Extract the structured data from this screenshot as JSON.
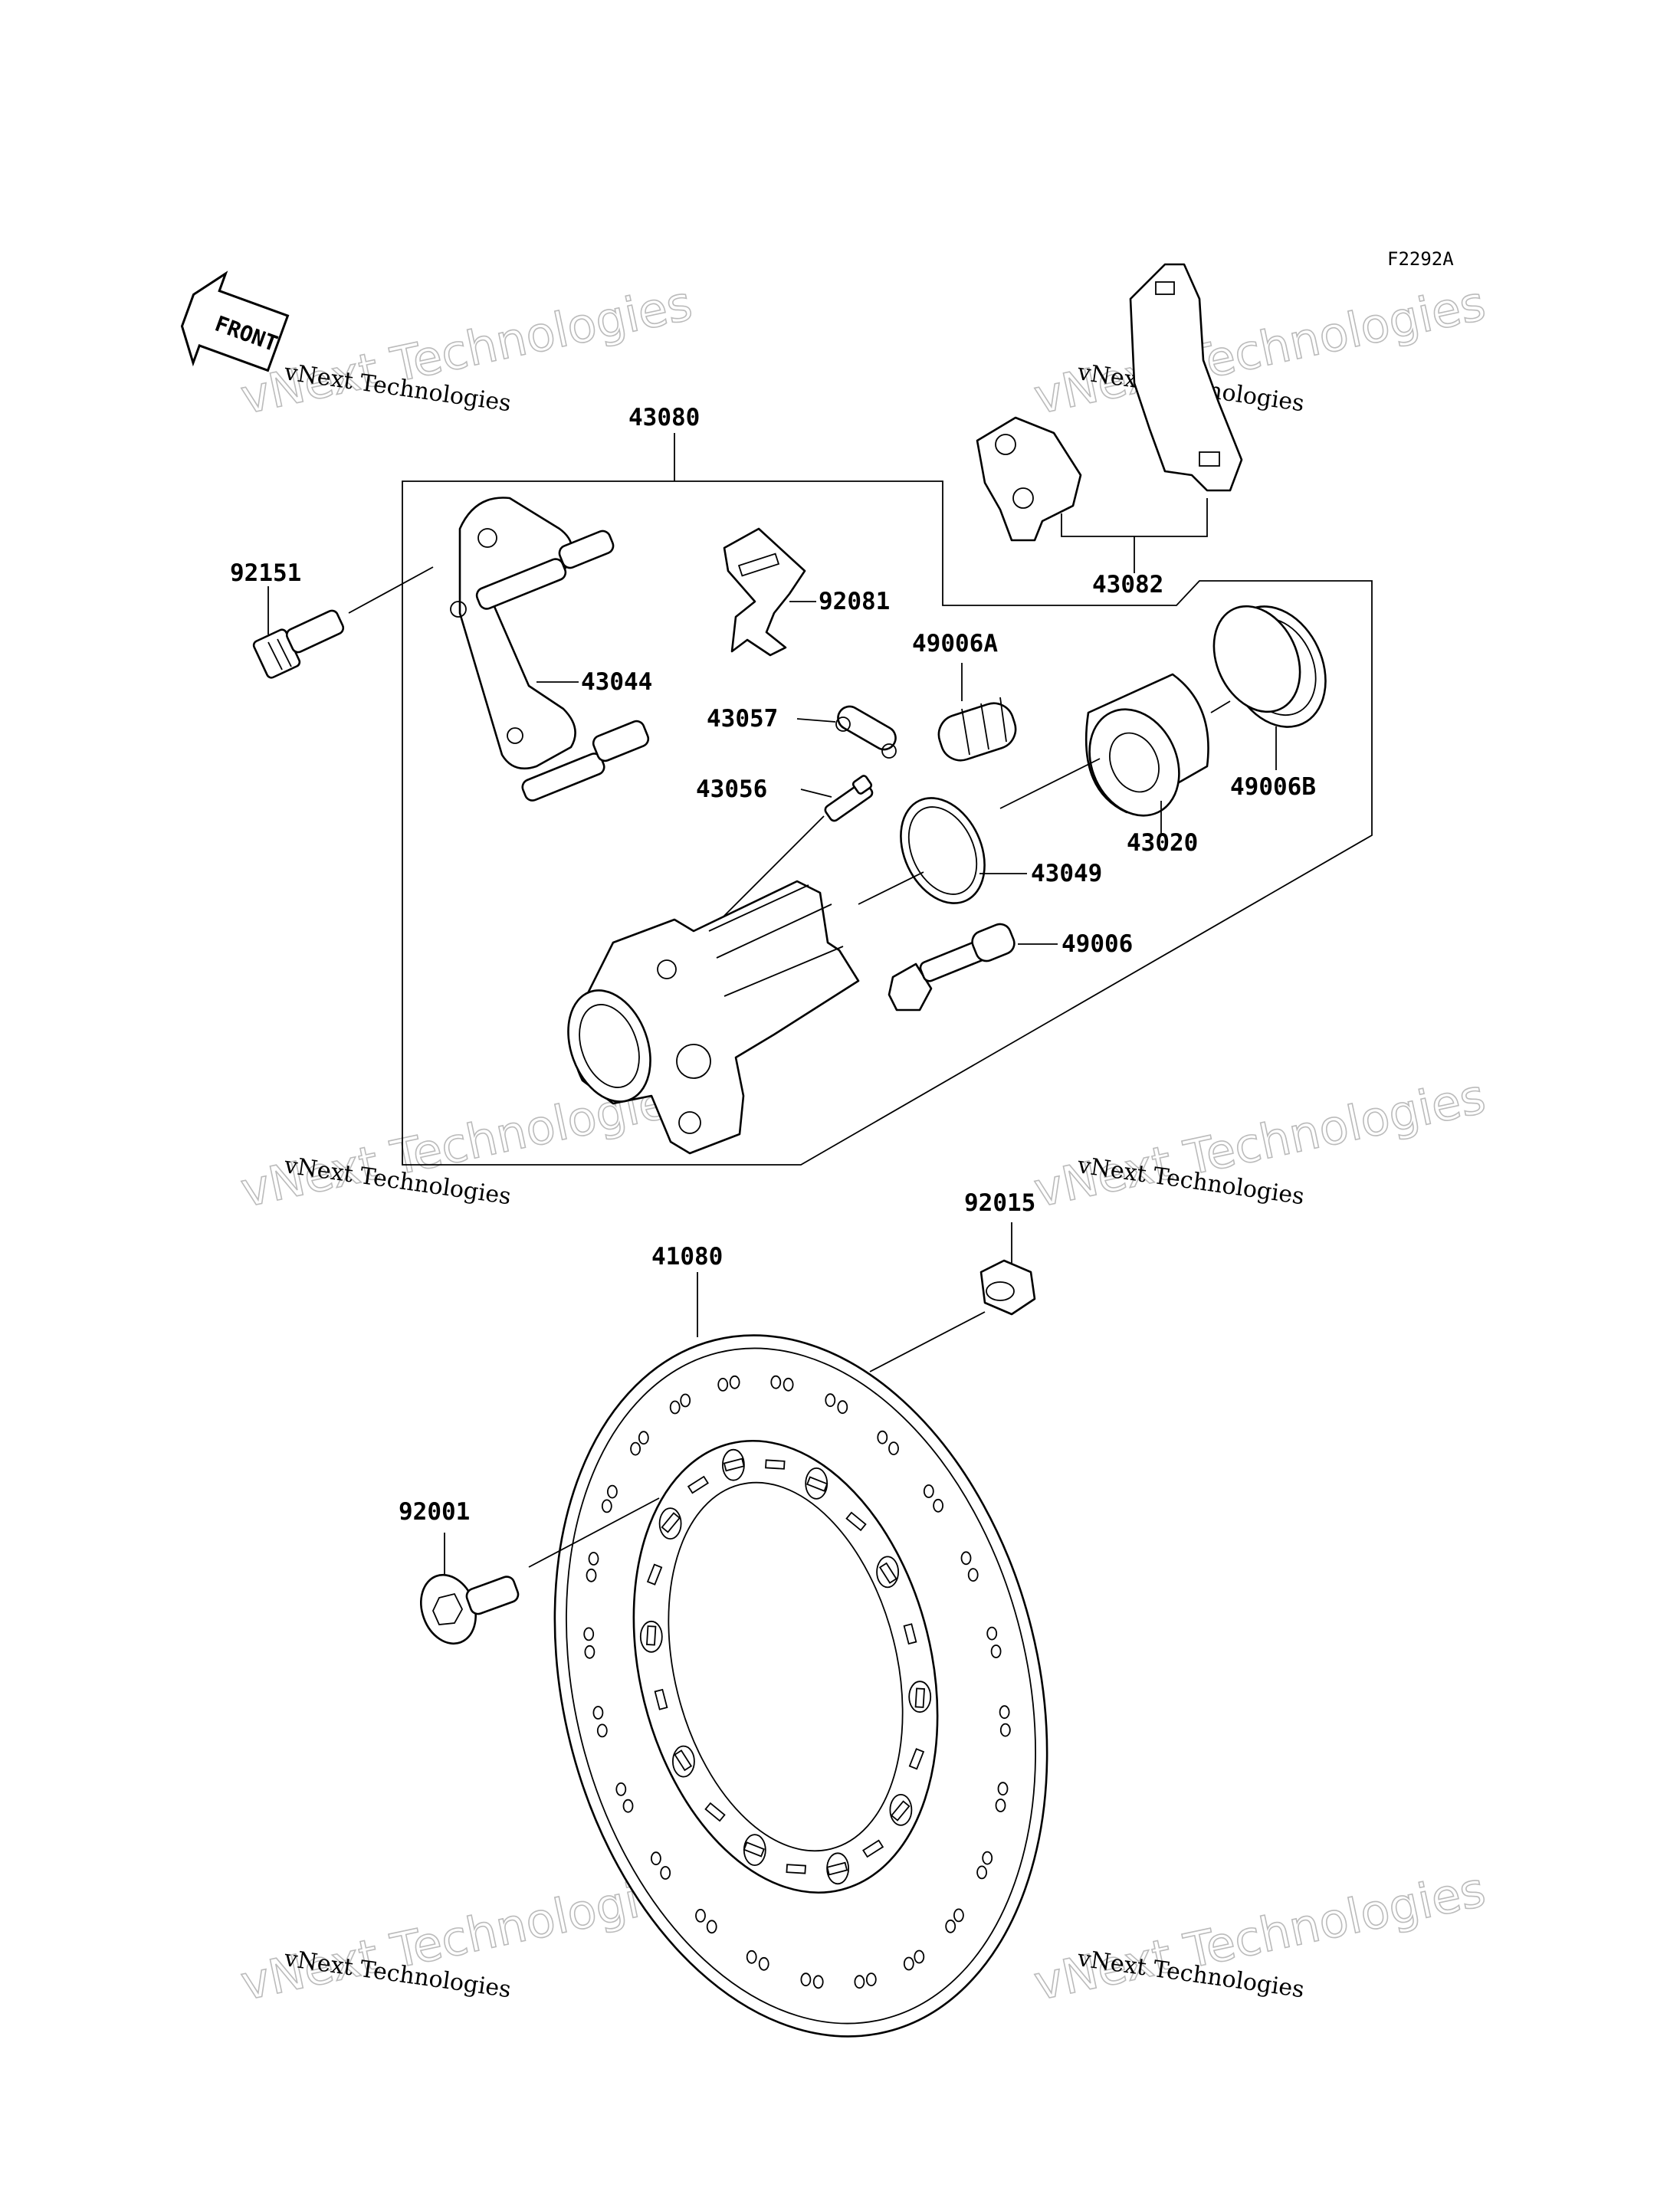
{
  "diagram": {
    "code": "F2292A",
    "front_label": "FRONT",
    "watermark": {
      "line1": "vNext Technologies",
      "line2": "vNext Technologies"
    },
    "parts": [
      {
        "id": "43080"
      },
      {
        "id": "92151"
      },
      {
        "id": "43044"
      },
      {
        "id": "92081"
      },
      {
        "id": "43082"
      },
      {
        "id": "49006A"
      },
      {
        "id": "43057"
      },
      {
        "id": "43056"
      },
      {
        "id": "43049"
      },
      {
        "id": "43020"
      },
      {
        "id": "49006B"
      },
      {
        "id": "49006"
      },
      {
        "id": "92015"
      },
      {
        "id": "41080"
      },
      {
        "id": "92001"
      }
    ]
  }
}
